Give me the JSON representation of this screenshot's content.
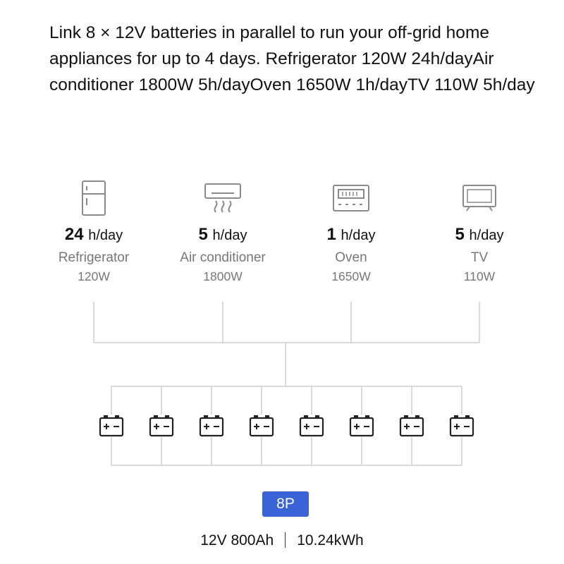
{
  "headline": "Link 8 × 12V batteries in parallel to run your off-grid home appliances for up to 4 days. Refrigerator 120W 24h/dayAir conditioner 1800W 5h/dayOven 1650W 1h/dayTV 110W 5h/day",
  "appliances": [
    {
      "icon": "refrigerator-icon",
      "hours": "24",
      "unit": "h/day",
      "name": "Refrigerator",
      "watt": "120W"
    },
    {
      "icon": "air-conditioner-icon",
      "hours": "5",
      "unit": "h/day",
      "name": "Air conditioner",
      "watt": "1800W"
    },
    {
      "icon": "oven-icon",
      "hours": "1",
      "unit": "h/day",
      "name": "Oven",
      "watt": "1650W"
    },
    {
      "icon": "tv-icon",
      "hours": "5",
      "unit": "h/day",
      "name": "TV",
      "watt": "110W"
    }
  ],
  "batteries": {
    "count": 8,
    "terminal_label": "+ −",
    "icon": "battery-icon"
  },
  "badge": "8P",
  "spec": {
    "voltage_capacity": "12V 800Ah",
    "energy": "10.24kWh"
  },
  "colors": {
    "badge": "#3a63d8",
    "wire": "#cfcfcf",
    "icon": "#8a8a8a"
  }
}
